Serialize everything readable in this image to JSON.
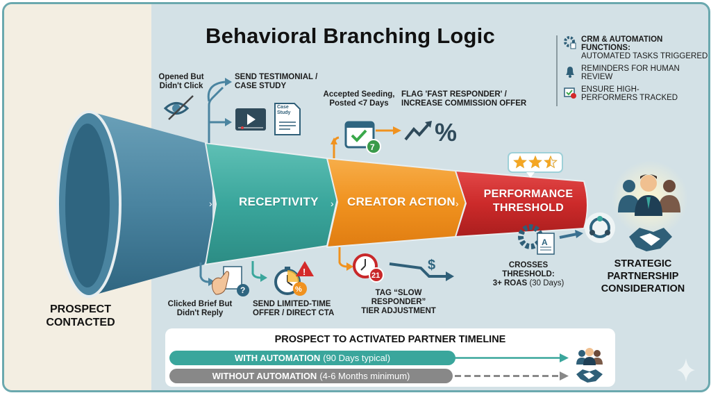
{
  "title": "Behavioral Branching Logic",
  "colors": {
    "frame": "#6aa8ae",
    "left_panel": "#f3eee2",
    "background": "#d3e1e6",
    "stage_contacted": "#4a84a0",
    "stage_receptivity": "#3aa69c",
    "stage_creator_action": "#f0921f",
    "stage_performance": "#cc2a2a",
    "timeline_with": "#3aa69c",
    "timeline_without": "#888888"
  },
  "start": {
    "label_line1": "PROSPECT",
    "label_line2": "CONTACTED"
  },
  "stages": [
    {
      "label": "RECEPTIVITY"
    },
    {
      "label": "CREATOR ACTION"
    },
    {
      "label_line1": "PERFORMANCE",
      "label_line2": "THRESHOLD"
    }
  ],
  "branches": {
    "opened_no_click": {
      "trigger_line1": "Opened But",
      "trigger_line2": "Didn't Click",
      "action_line1": "SEND TESTIMONIAL /",
      "action_line2": "CASE STUDY",
      "doc_label_line1": "Case",
      "doc_label_line2": "Study",
      "icons": [
        "eye-crossed-icon",
        "video-player-icon",
        "case-study-document-icon"
      ]
    },
    "clicked_no_reply": {
      "trigger_line1": "Clicked Brief But",
      "trigger_line2": "Didn't Reply",
      "action_line1": "SEND LIMITED-TIME",
      "action_line2": "OFFER / DIRECT CTA",
      "icons": [
        "pointing-hand-document-icon",
        "question-badge-icon",
        "stopwatch-icon",
        "warning-icon",
        "percent-badge-icon"
      ]
    },
    "fast_responder": {
      "trigger_line1": "Accepted Seeding,",
      "trigger_line2": "Posted <7 Days",
      "action_line1": "FLAG 'FAST RESPONDER' /",
      "action_line2": "INCREASE COMMISSION OFFER",
      "badge": "7",
      "percent": "%",
      "icons": [
        "calendar-check-icon",
        "trend-up-icon",
        "percent-icon"
      ]
    },
    "slow_responder": {
      "action_line1": "TAG “SLOW RESPONDER”",
      "action_line2": "TIER ADJUSTMENT",
      "badge": "21",
      "dollar": "$",
      "icons": [
        "clock-icon",
        "trend-down-dollar-icon"
      ]
    },
    "threshold": {
      "line1": "CROSSES THRESHOLD:",
      "line2_bold": "3+ ROAS",
      "line2_normal": "(30 Days)",
      "rating_stars": 2.5,
      "rating_max": 3,
      "doc_letter": "A",
      "icons": [
        "gear-document-icon",
        "cycle-icon",
        "star-rating-icon"
      ]
    }
  },
  "outcome": {
    "line1": "STRATEGIC",
    "line2": "PARTNERSHIP",
    "line3": "CONSIDERATION",
    "icons": [
      "business-team-icon",
      "handshake-icon"
    ]
  },
  "legend": {
    "items": [
      {
        "icon": "gear-icon",
        "bold": "CRM & AUTOMATION FUNCTIONS:",
        "text": "AUTOMATED TASKS TRIGGERED"
      },
      {
        "icon": "bell-icon",
        "bold": "",
        "text": "REMINDERS FOR HUMAN REVIEW"
      },
      {
        "icon": "calendar-alert-icon",
        "bold": "",
        "text": "ENSURE HIGH-PERFORMERS TRACKED"
      }
    ]
  },
  "timeline": {
    "title": "PROSPECT TO ACTIVATED PARTNER TIMELINE",
    "with": {
      "bold": "WITH AUTOMATION",
      "normal": "(90 Days typical)"
    },
    "without": {
      "bold": "WITHOUT AUTOMATION",
      "normal": "(4-6 Months minimum)"
    }
  }
}
